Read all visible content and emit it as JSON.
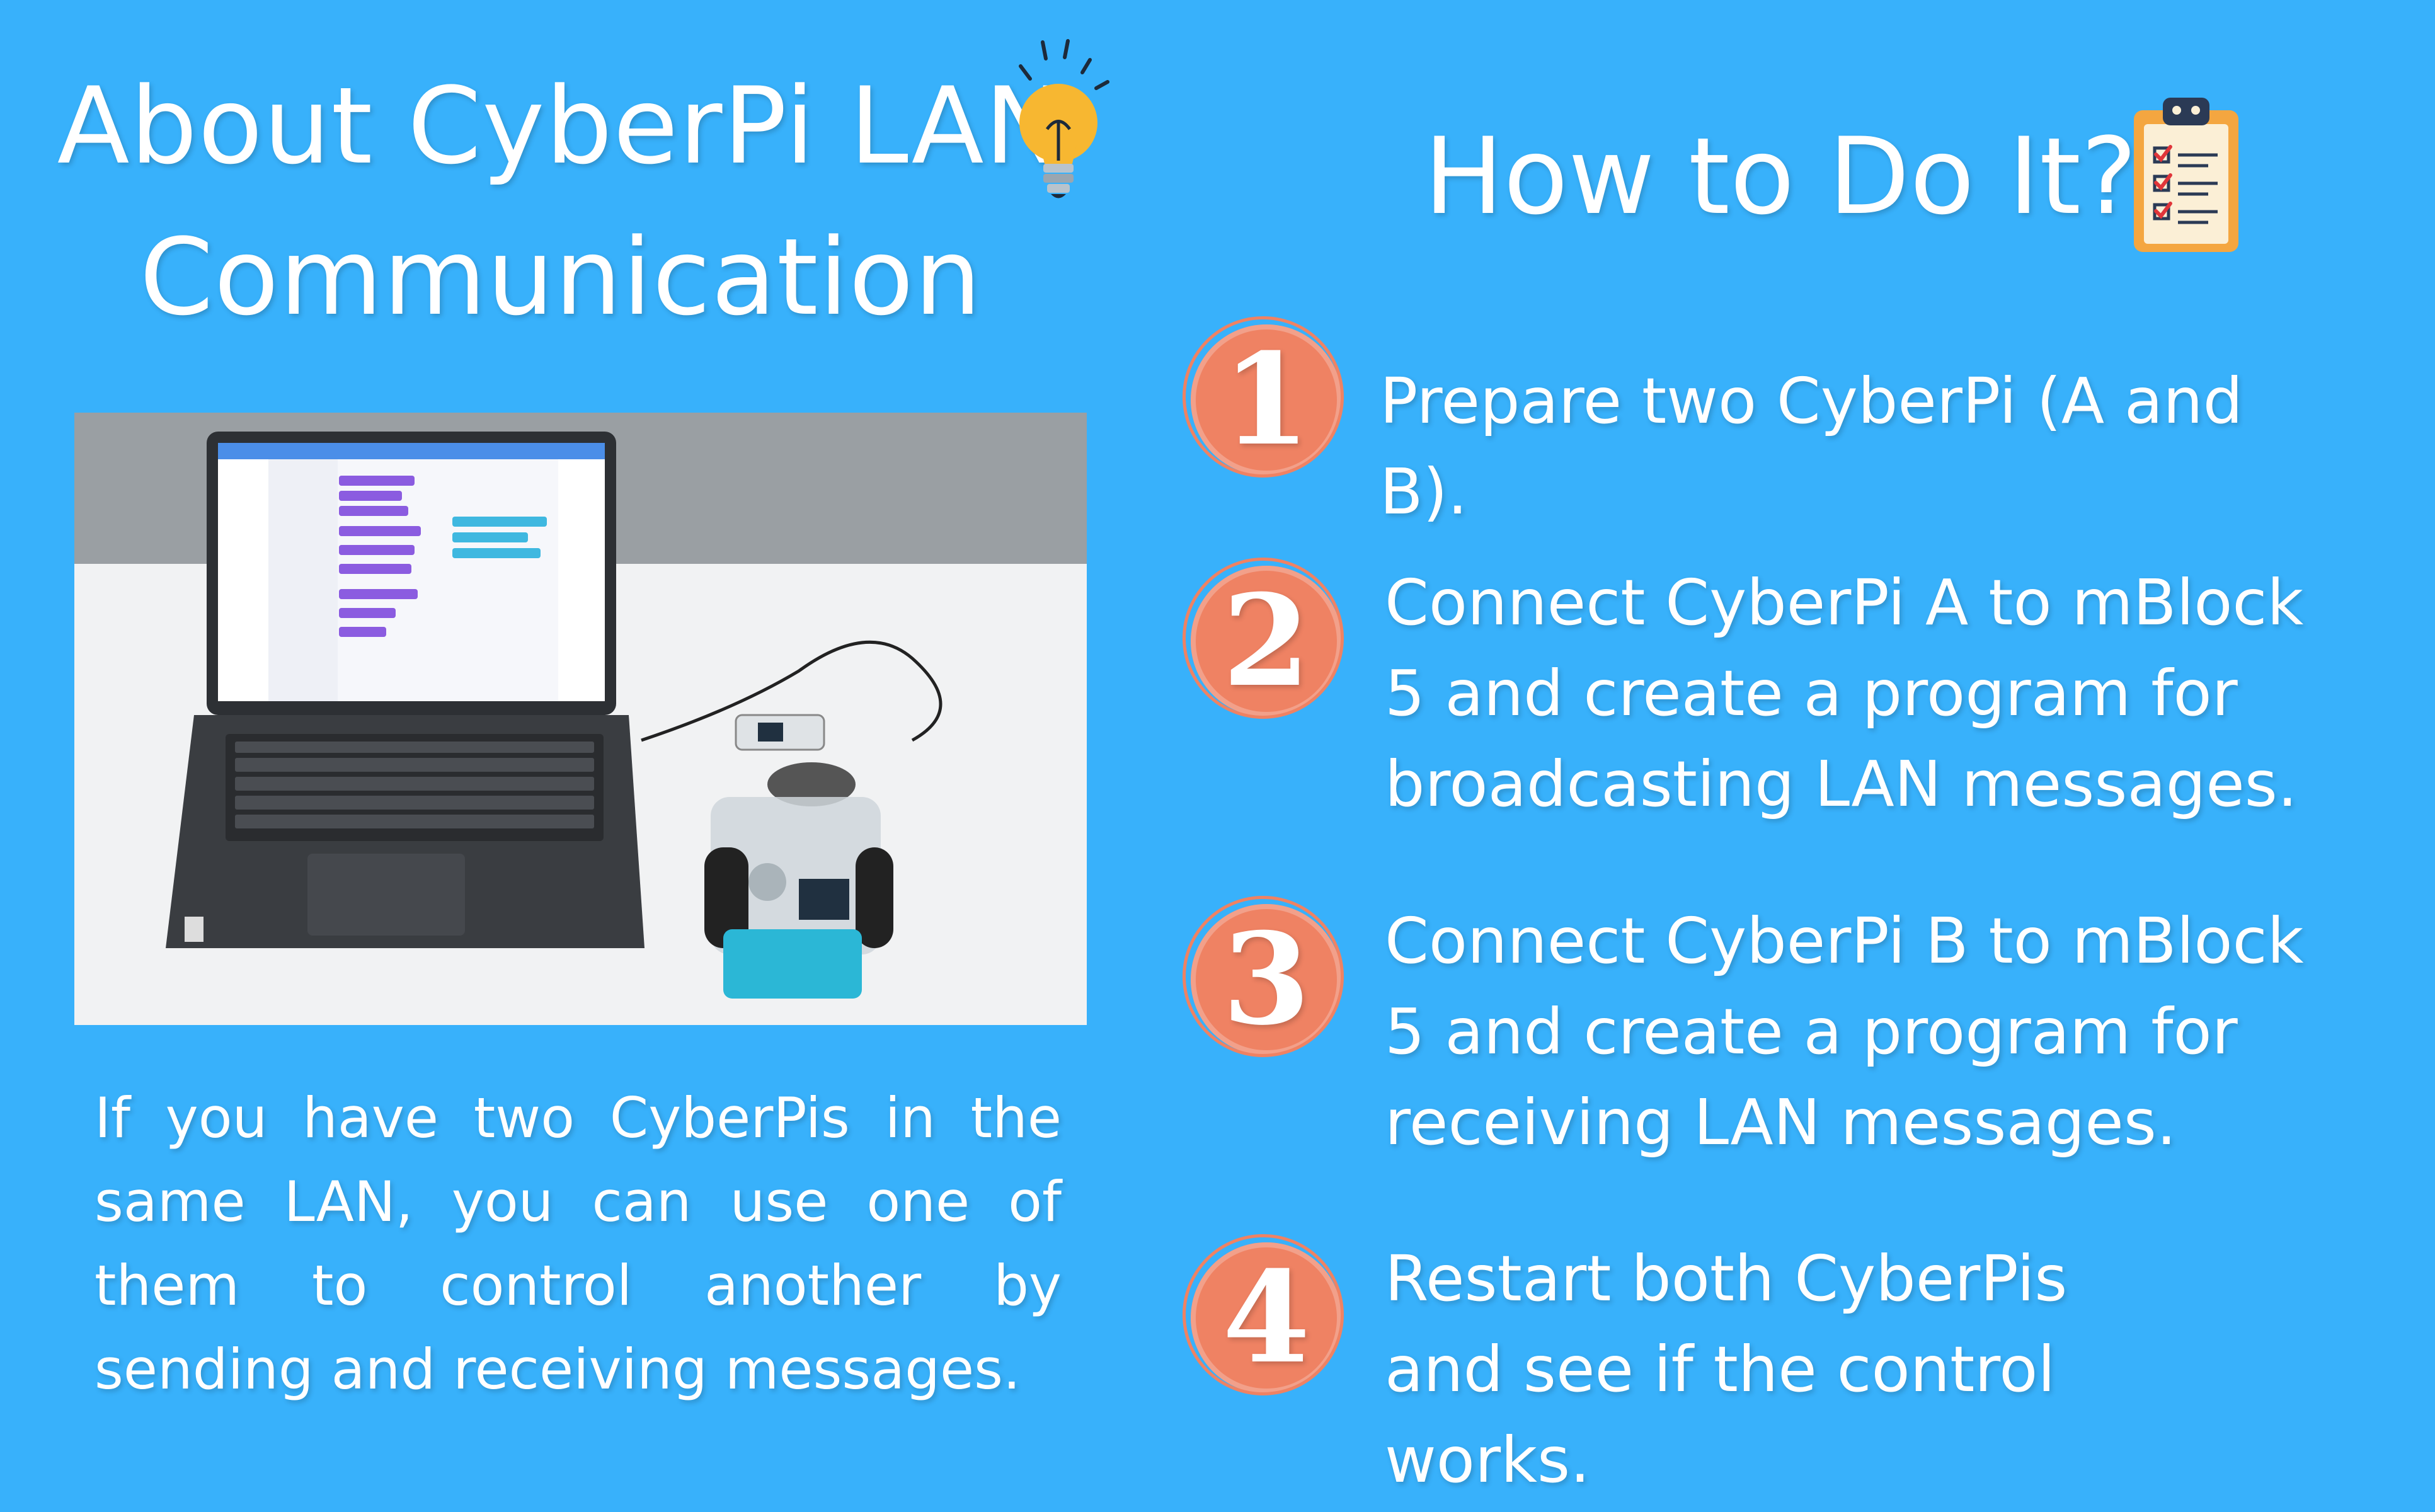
{
  "left": {
    "title": "About CyberPi LAN Communication",
    "intro": "If you have two CyberPis in the same LAN, you can use one of them to control another by sending and receiving messages."
  },
  "right": {
    "title": "How to Do It?",
    "steps": [
      {
        "number": "1",
        "text": "Prepare two CyberPi (A and B)."
      },
      {
        "number": "2",
        "text": "Connect CyberPi A to mBlock 5 and create a program for broadcasting LAN messages."
      },
      {
        "number": "3",
        "text": "Connect CyberPi B to mBlock 5 and create a program for receiving LAN messages."
      },
      {
        "number": "4",
        "text": "Restart both CyberPis and see if the control works."
      }
    ]
  },
  "colors": {
    "background": "#38b1fb",
    "step_badge": "#ef8263",
    "text": "#ffffff"
  },
  "icons": {
    "title_left": "lightbulb-icon",
    "title_right": "clipboard-checklist-icon"
  }
}
